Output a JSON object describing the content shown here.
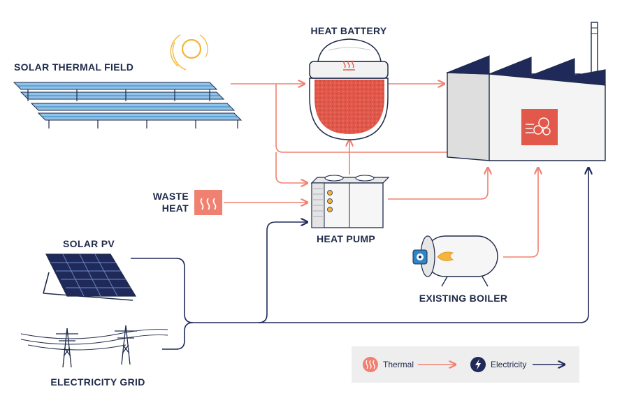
{
  "labels": {
    "solar_thermal_field": "SOLAR THERMAL FIELD",
    "heat_battery": "HEAT BATTERY",
    "waste_heat_line1": "WASTE",
    "waste_heat_line2": "HEAT",
    "heat_pump": "HEAT PUMP",
    "solar_pv": "SOLAR PV",
    "existing_boiler": "EXISTING BOILER",
    "electricity_grid": "ELECTRICITY GRID"
  },
  "legend": {
    "thermal": "Thermal",
    "electricity": "Electricity"
  },
  "colors": {
    "thermal": "#f08070",
    "electricity": "#1f2a5a",
    "navy": "#1f2a4a",
    "heat_core": "#e2584a",
    "legend_bg": "#eeeeee"
  }
}
